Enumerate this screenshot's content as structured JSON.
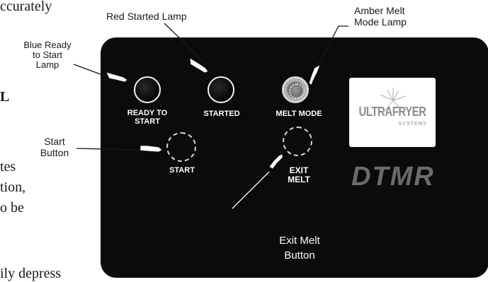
{
  "background_text": {
    "line1": "ccurately",
    "line2": "L",
    "line3": "tes",
    "line4": "tion,",
    "line5": "o be",
    "line6": "ily depress"
  },
  "panel": {
    "lamps": {
      "ready_label": "READY TO\nSTART",
      "started_label": "STARTED",
      "melt_label": "MELT MODE"
    },
    "buttons": {
      "start_label": "START",
      "exit_label": "EXIT\nMELT"
    },
    "logo": {
      "brand": "ULTRAFRYER",
      "sub": "SYSTEMS"
    },
    "model": "DTMR"
  },
  "callouts": {
    "red_started": "Red Started Lamp",
    "amber_melt": "Amber Melt\nMode Lamp",
    "blue_ready": "Blue Ready\nto Start\nLamp",
    "start_button": "Start\nButton",
    "exit_melt_button": "Exit Melt\nButton"
  },
  "colors": {
    "panel": "#0b0b0b",
    "text": "#1a1a1a",
    "model_gray": "#6b6b6b"
  }
}
